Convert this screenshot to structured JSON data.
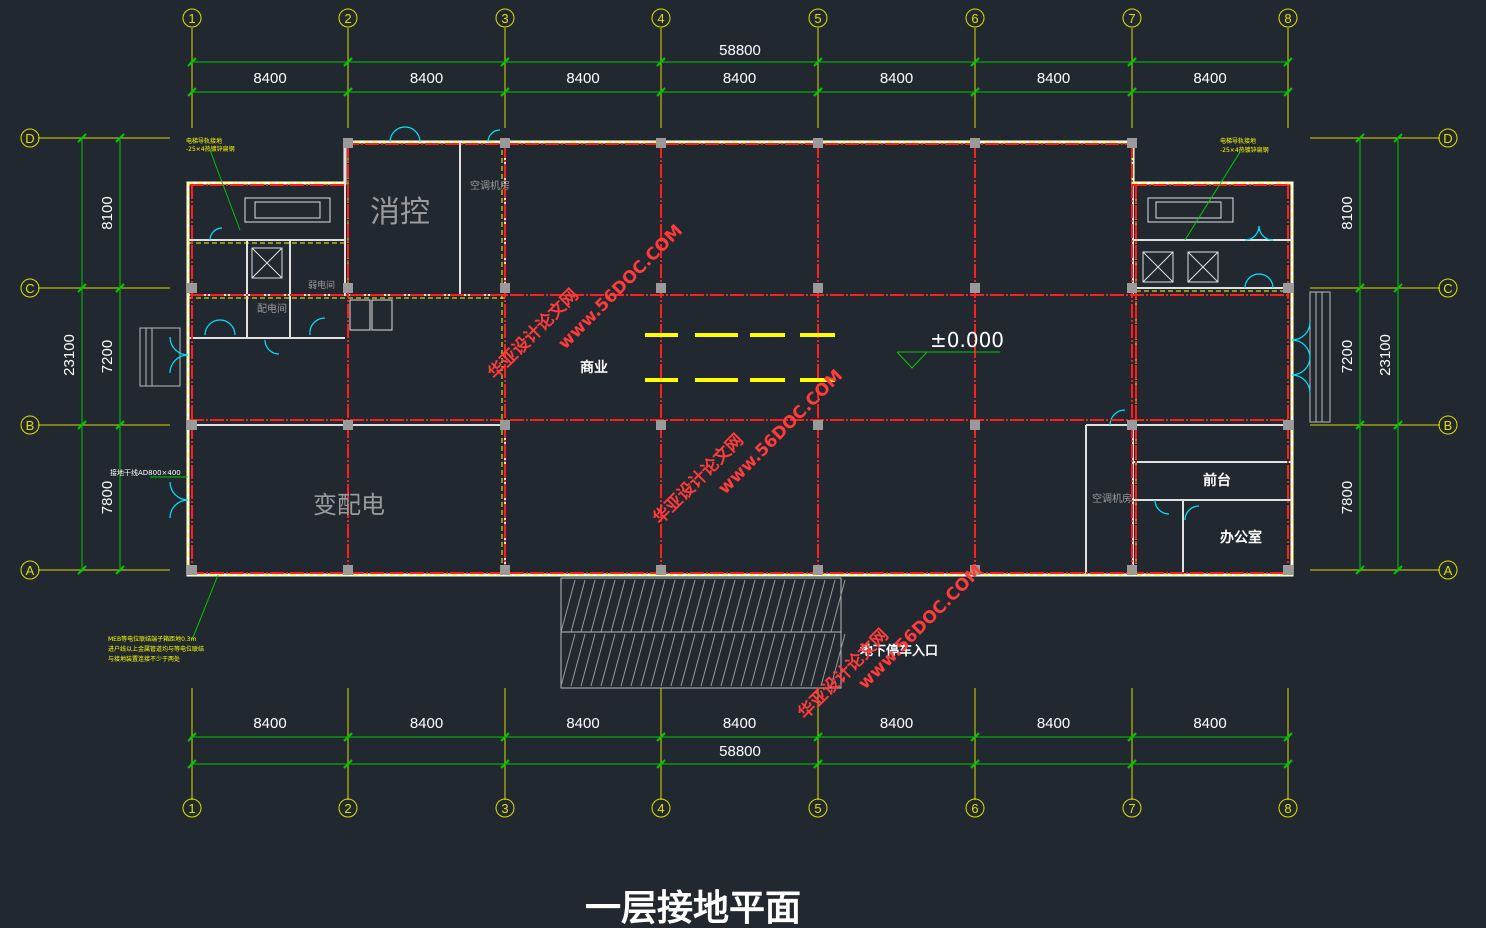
{
  "title": "一层接地平面",
  "grid_x": [
    "1",
    "2",
    "3",
    "4",
    "5",
    "6",
    "7",
    "8"
  ],
  "grid_y": [
    "D",
    "C",
    "B",
    "A"
  ],
  "bay_dim": "8400",
  "total_x": "58800",
  "dims_y_left": [
    "8100",
    "7200",
    "7800"
  ],
  "total_y": "23100",
  "rooms": {
    "xiaokong": "消控",
    "kongtiao1": "空调机房",
    "kongtiao2": "空调机房",
    "ruodian": "弱电间",
    "peidian": "配电间",
    "biandian": "变配电",
    "shangye": "商业",
    "qiantai": "前台",
    "bangong": "办公室",
    "entrance": "地下停车入口",
    "elevation": "±0.000"
  },
  "notes": {
    "top_left": [
      "电梯导轨接地",
      "-25×4热镀锌扁钢"
    ],
    "top_right": [
      "电梯导轨接地",
      "-25×4热镀锌扁钢"
    ],
    "cable": "接地干线AD800×400",
    "bottom_left": [
      "MEB等电位联结端子箱距地0.3m",
      "进户线以上金属管道均与等电位联结",
      "与接地装置连接不少于两处"
    ]
  },
  "watermark": [
    "华亚设计论文网",
    "www.56DOC.COM"
  ],
  "colors": {
    "bg": "#212830",
    "grid": "#00c800",
    "axis": "#e0e000",
    "ground": "#ff2020",
    "wall": "#ffff00",
    "door": "#00e5ff"
  }
}
